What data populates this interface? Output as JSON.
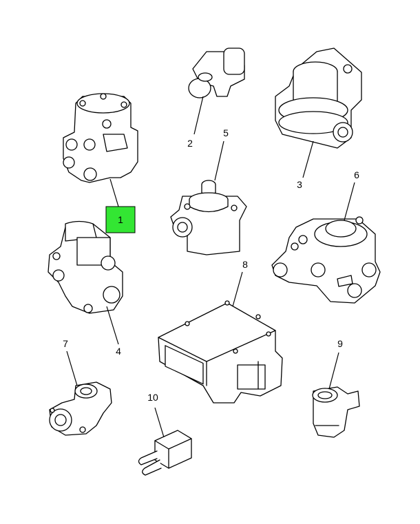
{
  "diagram": {
    "highlight_color": "#33e633",
    "highlighted_callout": "1",
    "callouts": [
      "1",
      "2",
      "3",
      "4",
      "5",
      "6",
      "7",
      "8",
      "9",
      "10"
    ]
  },
  "footer": {
    "left_text": "",
    "right_text": ""
  }
}
